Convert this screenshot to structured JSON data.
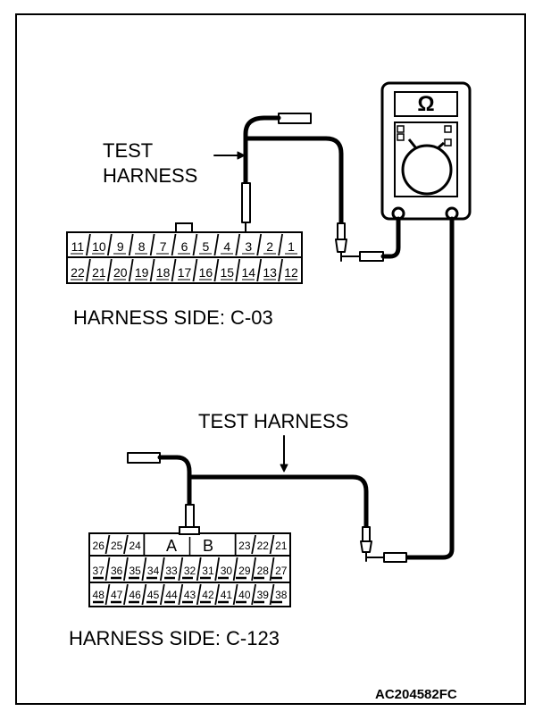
{
  "labels": {
    "test_harness_1": [
      "TEST",
      "HARNESS"
    ],
    "test_harness_2": "TEST HARNESS",
    "harness_side_1": "HARNESS SIDE: C-03",
    "harness_side_2": "HARNESS SIDE: C-123",
    "figure_code": "AC204582FC",
    "meter_symbol": "Ω"
  },
  "connector_c03": {
    "top_row": [
      "11",
      "10",
      "9",
      "8",
      "7",
      "6",
      "5",
      "4",
      "3",
      "2",
      "1"
    ],
    "bottom_row": [
      "22",
      "21",
      "20",
      "19",
      "18",
      "17",
      "16",
      "15",
      "14",
      "13",
      "12"
    ]
  },
  "connector_c123": {
    "row1_left": [
      "26",
      "25",
      "24"
    ],
    "row1_mid": [
      "A",
      "B"
    ],
    "row1_right": [
      "23",
      "22",
      "21"
    ],
    "row2": [
      "37",
      "36",
      "35",
      "34",
      "33",
      "32",
      "31",
      "30",
      "29",
      "28",
      "27"
    ],
    "row3": [
      "48",
      "47",
      "46",
      "45",
      "44",
      "43",
      "42",
      "41",
      "40",
      "39",
      "38"
    ]
  }
}
